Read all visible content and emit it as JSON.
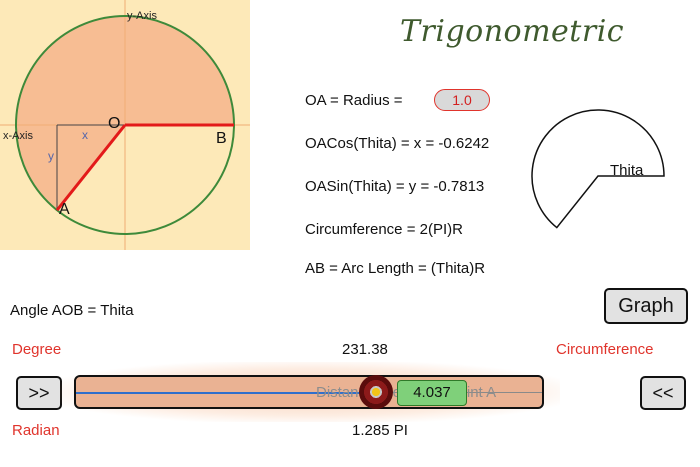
{
  "app": {
    "title": "Trigonometric"
  },
  "diagram": {
    "y_axis_label": "y-Axis",
    "x_axis_label": "x-Axis",
    "origin_label": "O",
    "point_a_label": "A",
    "point_b_label": "B",
    "x_label": "x",
    "y_label": "y",
    "radius": 1.0,
    "angle_degrees": 231.38,
    "colors": {
      "background": "#fde9b8",
      "fill": "#f7bd93",
      "circle": "#3e8a3a",
      "radius_line": "#e31a1a"
    }
  },
  "equations": {
    "radius_label": "OA = Radius =",
    "radius_value": "1.0",
    "cos_line": "OACos(Thita) = x = -0.6242",
    "sin_line": "OASin(Thita) = y = -0.7813",
    "circumference_line": "Circumference = 2(PI)R",
    "arc_line": "AB = Arc Length = (Thita)R"
  },
  "pie": {
    "label": "Thita",
    "angle_degrees": 231.38
  },
  "angle_caption": "Angle AOB = Thita",
  "controls": {
    "graph_label": "Graph",
    "degree_label": "Degree",
    "degree_value": "231.38",
    "circumference_label": "Circumference",
    "forward_label": ">>",
    "back_label": "<<",
    "radian_label": "Radian",
    "radian_value": "1.285 PI",
    "slider_caption": "Distance From B to Point A",
    "arc_value": "4.037",
    "slider_progress": 0.643
  }
}
